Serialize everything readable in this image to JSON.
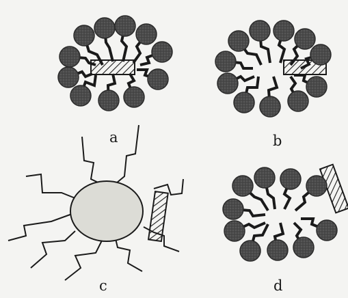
{
  "panels": [
    {
      "id": "a",
      "label": "a"
    },
    {
      "id": "b",
      "label": "b"
    },
    {
      "id": "c",
      "label": "c"
    },
    {
      "id": "d",
      "label": "d"
    }
  ],
  "colors": {
    "background": "#f4f4f2",
    "ink": "#1a1a1a",
    "head_fill": "#4a4a4a",
    "core_fill": "#dcdcd6"
  }
}
